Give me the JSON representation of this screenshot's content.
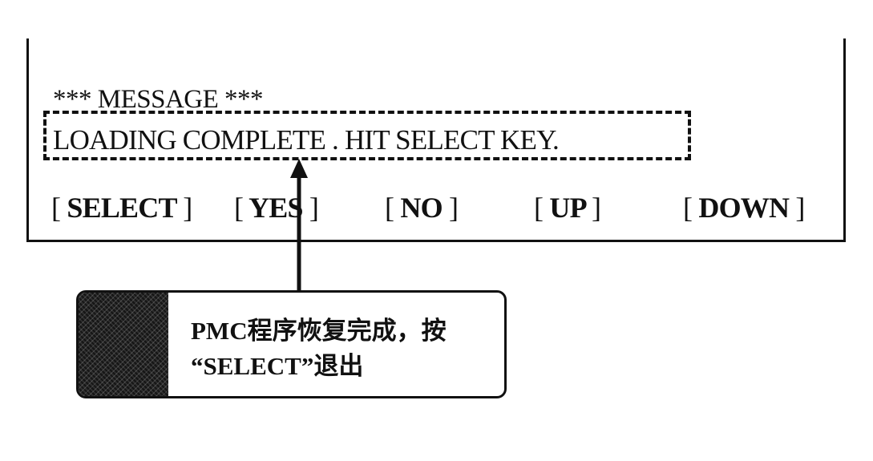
{
  "screen": {
    "header": "*** MESSAGE ***",
    "message": "LOADING COMPLETE . HIT SELECT KEY."
  },
  "softkeys": [
    {
      "left_bracket": "[",
      "label": "SELECT",
      "right_bracket": "]"
    },
    {
      "left_bracket": "[",
      "label": "YES",
      "right_bracket": "]"
    },
    {
      "left_bracket": "[",
      "label": "NO",
      "right_bracket": "]"
    },
    {
      "left_bracket": "[",
      "label": "UP",
      "right_bracket": "]"
    },
    {
      "left_bracket": "[",
      "label": "DOWN",
      "right_bracket": "]"
    }
  ],
  "callout": {
    "line1": "PMC程序恢复完成，按",
    "line2": "“SELECT”退出"
  },
  "colors": {
    "ink": "#111111",
    "background": "#ffffff"
  }
}
